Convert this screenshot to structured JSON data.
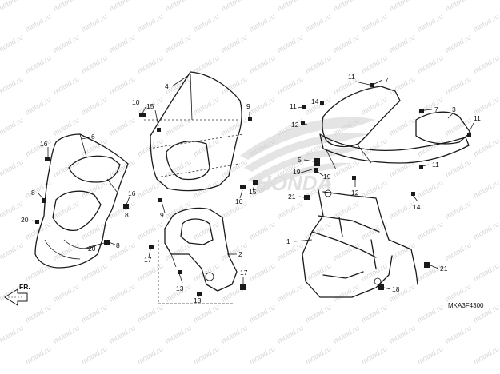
{
  "diagram": {
    "brand_text": "HONDA",
    "diagram_code": "MKA3F4300",
    "front_arrow_label": "FR.",
    "watermark_text": "motod.ru",
    "part_numbers": [
      "1",
      "2",
      "3",
      "4",
      "5",
      "6",
      "7",
      "8",
      "9",
      "10",
      "11",
      "12",
      "13",
      "14",
      "15",
      "16",
      "17",
      "18",
      "19",
      "20",
      "21"
    ],
    "callouts": [
      {
        "label": "1"
      },
      {
        "label": "2"
      },
      {
        "label": "3"
      },
      {
        "label": "4"
      },
      {
        "label": "5"
      },
      {
        "label": "6"
      },
      {
        "label": "7"
      },
      {
        "label": "7"
      },
      {
        "label": "8"
      },
      {
        "label": "8"
      },
      {
        "label": "8"
      },
      {
        "label": "9"
      },
      {
        "label": "9"
      },
      {
        "label": "10"
      },
      {
        "label": "10"
      },
      {
        "label": "11"
      },
      {
        "label": "11"
      },
      {
        "label": "11"
      },
      {
        "label": "11"
      },
      {
        "label": "12"
      },
      {
        "label": "12"
      },
      {
        "label": "13"
      },
      {
        "label": "13"
      },
      {
        "label": "14"
      },
      {
        "label": "14"
      },
      {
        "label": "15"
      },
      {
        "label": "15"
      },
      {
        "label": "16"
      },
      {
        "label": "16"
      },
      {
        "label": "17"
      },
      {
        "label": "17"
      },
      {
        "label": "18"
      },
      {
        "label": "19"
      },
      {
        "label": "19"
      },
      {
        "label": "20"
      },
      {
        "label": "20"
      },
      {
        "label": "21"
      },
      {
        "label": "21"
      }
    ]
  }
}
